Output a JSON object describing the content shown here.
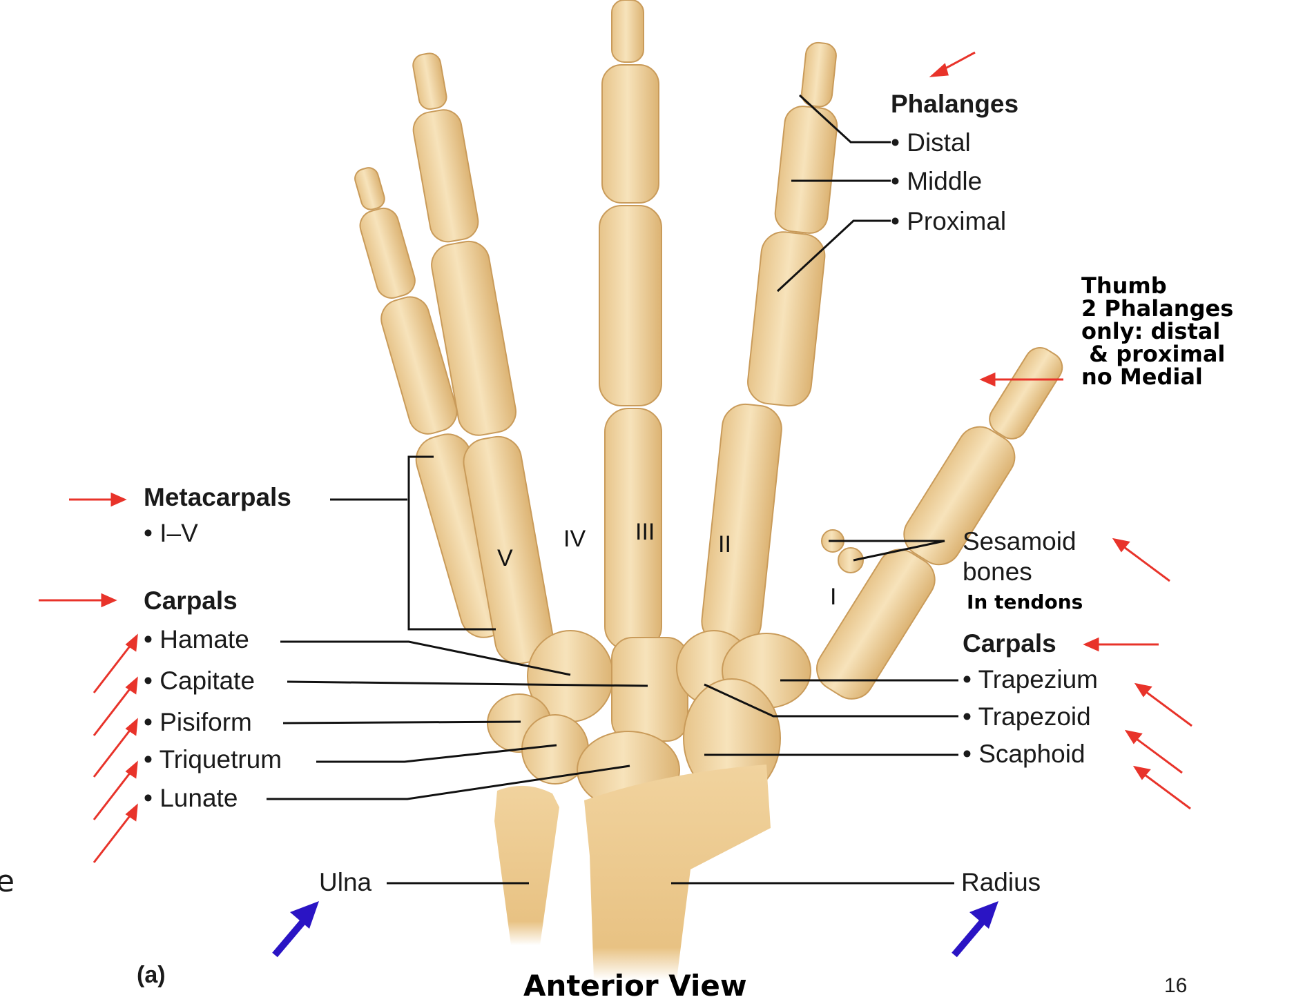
{
  "slide": {
    "page_number": "16",
    "view_caption": "Anterior View",
    "figure_tag": "(a)",
    "partial_text_left": "e"
  },
  "phalanges": {
    "heading": "Phalanges",
    "items": [
      "• Distal",
      "• Middle",
      "• Proximal"
    ]
  },
  "thumb_note": {
    "lines": [
      "Thumb",
      "2 Phalanges",
      "only: distal",
      " & proximal",
      "no Medial"
    ]
  },
  "metacarpals": {
    "heading": "Metacarpals",
    "range": "• I–V",
    "numerals": [
      "V",
      "IV",
      "III",
      "II",
      "I"
    ]
  },
  "carpals_left": {
    "heading": "Carpals",
    "items": [
      "• Hamate",
      "• Capitate",
      "• Pisiform",
      "• Triquetrum",
      "• Lunate"
    ]
  },
  "sesamoid": {
    "line1": "Sesamoid",
    "line2": "bones",
    "note": "In tendons"
  },
  "carpals_right": {
    "heading": "Carpals",
    "items": [
      "• Trapezium",
      "• Trapezoid",
      "• Scaphoid"
    ]
  },
  "forearm": {
    "ulna": "Ulna",
    "radius": "Radius"
  },
  "colors": {
    "annotation_red": "#e8332a",
    "annotation_blue": "#2a14c4",
    "bone": "#f2d7a4",
    "bone_shade": "#d9b276"
  }
}
